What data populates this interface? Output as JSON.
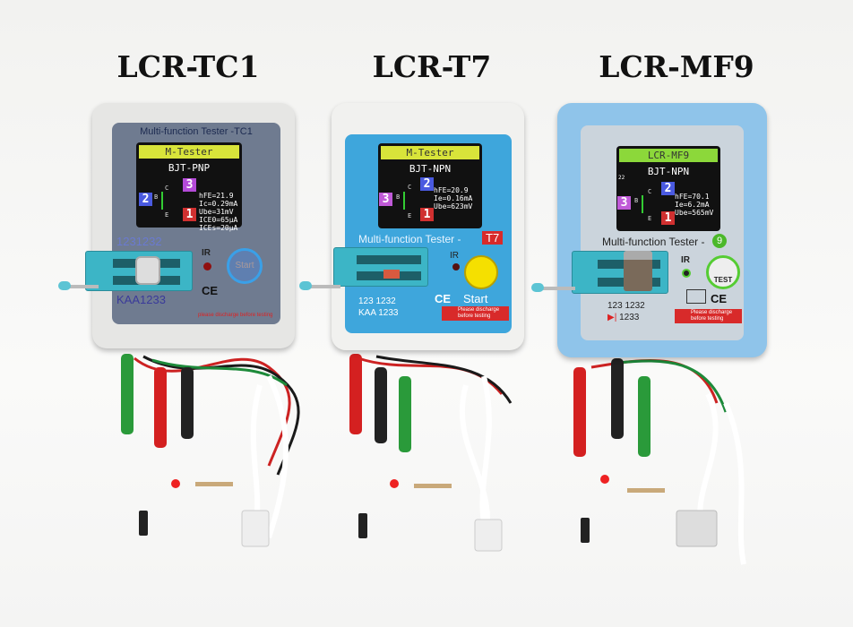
{
  "titles": [
    "LCR-TC1",
    "LCR-T7",
    "LCR-MF9"
  ],
  "tc1": {
    "panel_label": "Multi-function Tester -TC1",
    "screen_header": "M-Tester",
    "type": "BJT-PNP",
    "pins": {
      "c": "3",
      "b": "2",
      "e": "1"
    },
    "letters": {
      "c": "C",
      "b": "B",
      "e": "E"
    },
    "values": "hFE=21.9\nIc=0.29mA\nUbe=31mV\nICE0=65µA\nICEs=20µA",
    "pin_code_top": "1231232",
    "pin_code_bottom": "KAA1233",
    "ir": "IR",
    "start": "Start",
    "ce": "CE",
    "warning": "please discharge before testing",
    "colors": {
      "body": "#e6e6e4",
      "panel": "#6f7b90"
    }
  },
  "t7": {
    "screen_header": "M-Tester",
    "type": "BJT-NPN",
    "pins": {
      "c": "2",
      "b": "3",
      "e": "1"
    },
    "letters": {
      "c": "C",
      "b": "B",
      "e": "E"
    },
    "values": "hFE=20.9\nIe=0.16mA\nUbe=623mV",
    "panel_label": "Multi-function  Tester -",
    "model_badge": "T7",
    "ir": "IR",
    "start": "Start",
    "ce": "CE",
    "code_top_left": "123",
    "code_top_right": "1232",
    "code_bottom_left": "KAA",
    "code_bottom_right": "1233",
    "warning": "Please discharge before testing",
    "colors": {
      "body": "#f1f1ef",
      "panel": "#3ea6dc"
    }
  },
  "mf9": {
    "screen_header": "LCR-MF9",
    "type": "BJT-NPN",
    "corner": "22",
    "pins": {
      "c": "2",
      "b": "3",
      "e": "1"
    },
    "letters": {
      "c": "C",
      "b": "B",
      "e": "E"
    },
    "values": "hFE=70.1\nIe=6.2mA\nUbe=565mV",
    "panel_label": "Multi-function  Tester -",
    "model_badge": "9",
    "ir": "IR",
    "test": "TEST",
    "ce": "CE",
    "code_top_left": "123",
    "code_top_right": "1232",
    "code_bottom_right": "1233",
    "warning": "Please discharge before testing",
    "colors": {
      "body": "#8fc4ea",
      "panel": "#cbd4dc"
    }
  }
}
